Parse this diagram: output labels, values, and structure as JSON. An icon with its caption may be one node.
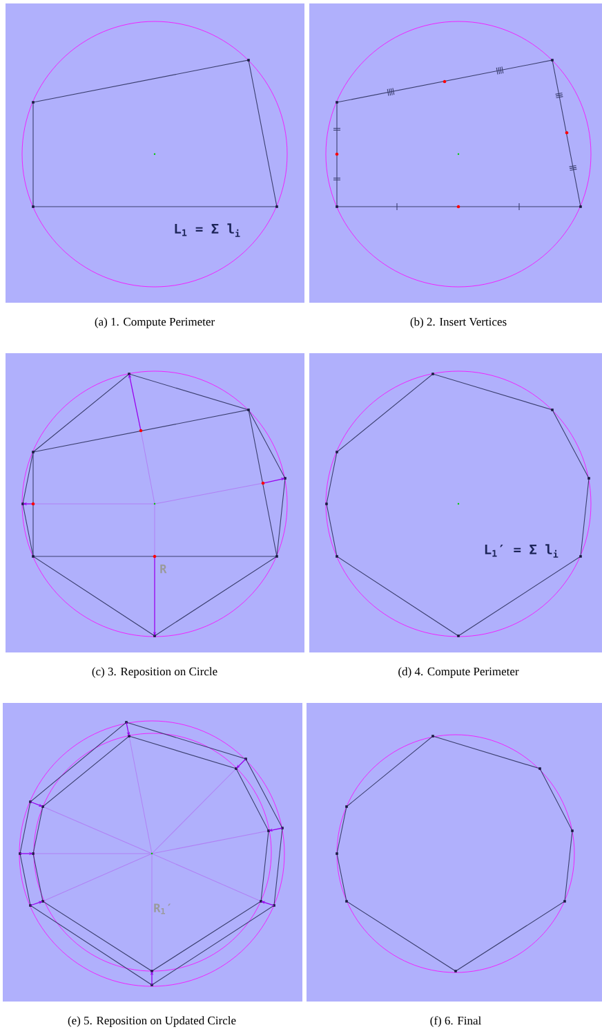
{
  "diagram": {
    "labels": [
      "L$_{1}$ = Σ l$_{i}$",
      "(a)  1. Compute Perimeter",
      "(b)  2. Insert Vertices",
      "R",
      "L$_{1}$′ = Σ l$_{i}$",
      "(c)  3. Reposition on Circle",
      "(d)  4. Compute Perimeter",
      "R$_{1}$′",
      "(e)  5. Reposition on Updated Circle",
      "(f)  6. Final"
    ]
  }
}
